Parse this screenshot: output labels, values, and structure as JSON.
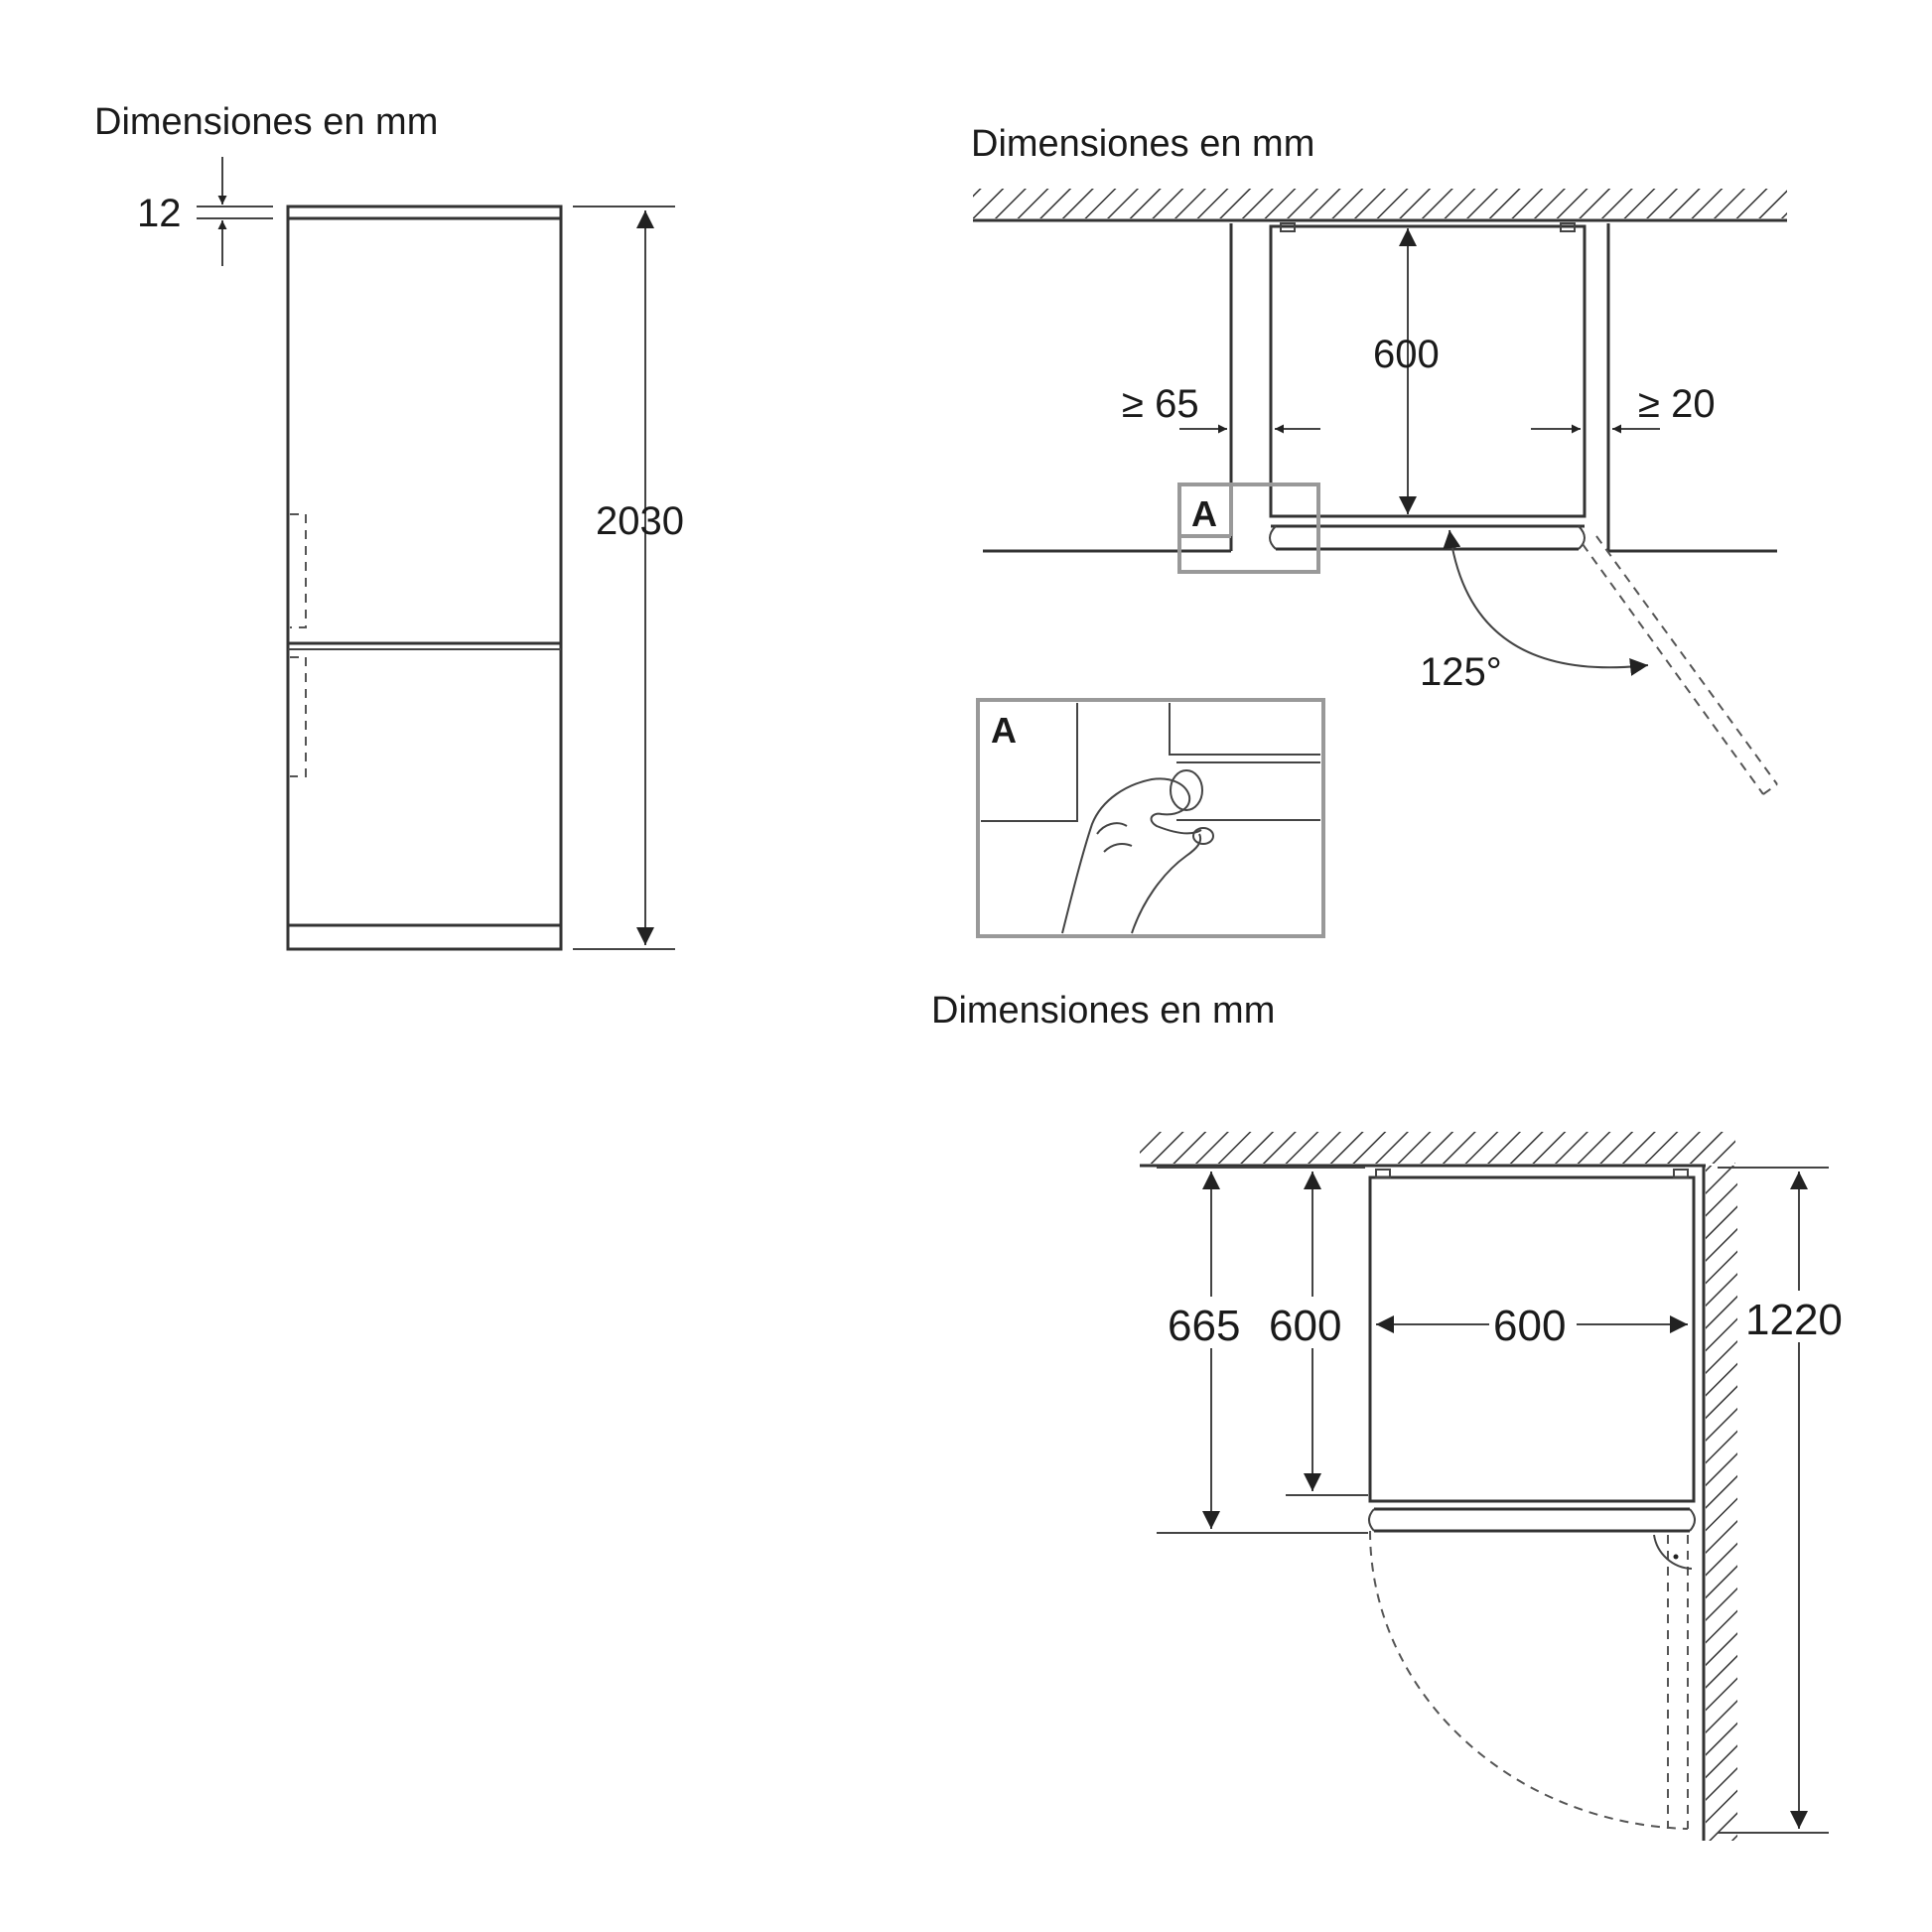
{
  "figure_front": {
    "title": "Dimensiones en mm",
    "top_gap": "12",
    "height": "2030"
  },
  "figure_top": {
    "title": "Dimensiones en mm",
    "depth": "600",
    "left_clearance": "≥ 65",
    "right_clearance": "≥ 20",
    "detail_marker": "A",
    "door_angle": "125°"
  },
  "figure_corner": {
    "title": "Dimensiones en mm",
    "depth_with_door": "665",
    "depth": "600",
    "width": "600",
    "door_sweep": "1220"
  },
  "detail_panel": {
    "marker": "A"
  }
}
